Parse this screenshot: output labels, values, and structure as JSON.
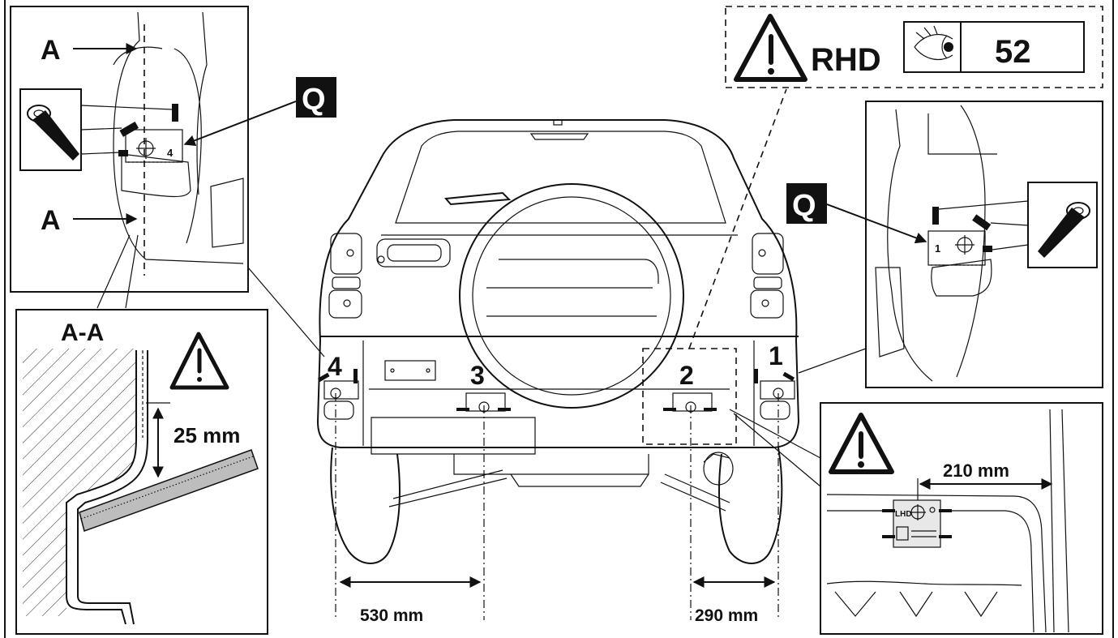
{
  "labels": {
    "section_a_top": "A",
    "section_a_bottom": "A",
    "section_aa": "A-A",
    "q_left": "Q",
    "q_right": "Q",
    "rhd": "RHD",
    "page_number": "52",
    "sensor_4": "4",
    "sensor_3": "3",
    "sensor_2": "2",
    "sensor_1": "1",
    "target_4_small": "4",
    "target_1_small": "1",
    "lhd_tag": "LHD"
  },
  "measurements": {
    "height_offset": "25 mm",
    "left_distance": "530 mm",
    "right_distance": "290 mm",
    "edge_distance": "210 mm"
  },
  "icons": [
    "warning-triangle-icon",
    "eye-icon",
    "tape-roll-icon"
  ],
  "colors": {
    "ink": "#111111",
    "background": "#ffffff",
    "ruler": "#bdbdbd"
  }
}
